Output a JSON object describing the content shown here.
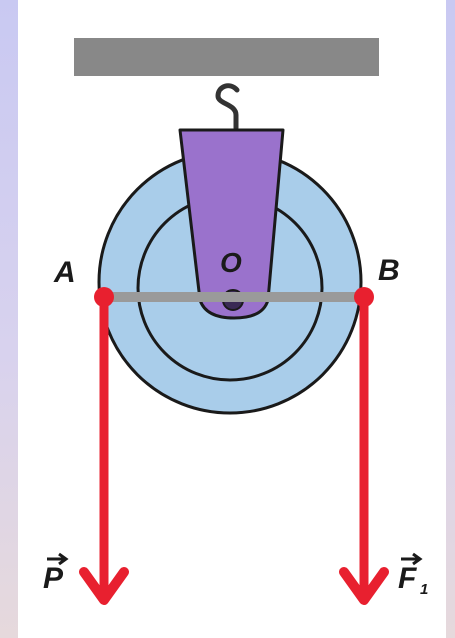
{
  "labels": {
    "point_a": "A",
    "point_b": "B",
    "center": "O",
    "force_p": "P",
    "force_f": "F",
    "force_f_subscript": "1"
  },
  "colors": {
    "background": "#d0ccf0",
    "support_beam": "#888888",
    "hook": "#333333",
    "bracket": "#9a72cc",
    "pulley_outer": "#a9cdea",
    "pulley_inner": "#a9cdea",
    "outline": "#1a1a1a",
    "lever_bar": "#9a9a9a",
    "force_arrow": "#e8202f",
    "point": "#e8202f"
  },
  "icons": {
    "hook": "hook-icon"
  }
}
